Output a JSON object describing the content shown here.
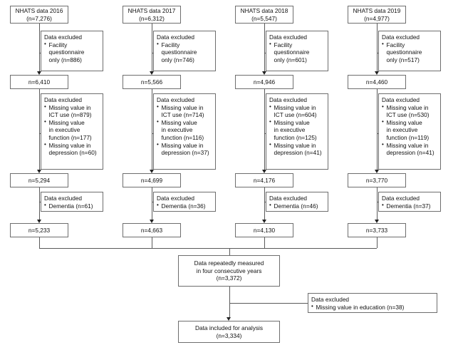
{
  "figure": {
    "type": "flowchart",
    "title": "NHATS participant selection flow diagram",
    "line_color": "#5a5a5a",
    "box_border_color": "#6e6e6e",
    "background": "#ffffff"
  },
  "columns": [
    {
      "id": "col-2016",
      "source": {
        "line1": "NHATS data 2016",
        "line2": "(n=7,276)"
      },
      "exclusion1": {
        "header": "Data excluded",
        "items": [
          [
            "Facility",
            "questionnaire",
            "only (n=886)"
          ]
        ]
      },
      "count1": "n=6,410",
      "exclusion2": {
        "header": "Data excluded",
        "items": [
          [
            "Missing value in",
            "ICT use (n=879)"
          ],
          [
            "Missing value",
            "in executive",
            "function (n=177)"
          ],
          [
            "Missing value in",
            "depression (n=60)"
          ]
        ]
      },
      "count2": "n=5,294",
      "exclusion3": {
        "header": "Data excluded",
        "items": [
          [
            "Dementia (n=61)"
          ]
        ]
      },
      "count3": "n=5,233"
    },
    {
      "id": "col-2017",
      "source": {
        "line1": "NHATS data 2017",
        "line2": "(n=6,312)"
      },
      "exclusion1": {
        "header": "Data excluded",
        "items": [
          [
            "Facility",
            "questionnaire",
            "only (n=746)"
          ]
        ]
      },
      "count1": "n=5,566",
      "exclusion2": {
        "header": "Data excluded",
        "items": [
          [
            "Missing value in",
            "ICT use (n=714)"
          ],
          [
            "Missing value",
            "in executive",
            "function (n=116)"
          ],
          [
            "Missing value in",
            "depression (n=37)"
          ]
        ]
      },
      "count2": "n=4,699",
      "exclusion3": {
        "header": "Data excluded",
        "items": [
          [
            "Dementia (n=36)"
          ]
        ]
      },
      "count3": "n=4,663"
    },
    {
      "id": "col-2018",
      "source": {
        "line1": "NHATS data 2018",
        "line2": "(n=5,547)"
      },
      "exclusion1": {
        "header": "Data excluded",
        "items": [
          [
            "Facility",
            "questionnaire",
            "only (n=601)"
          ]
        ]
      },
      "count1": "n=4,946",
      "exclusion2": {
        "header": "Data excluded",
        "items": [
          [
            "Missing value in",
            "ICT use (n=604)"
          ],
          [
            "Missing value",
            "in executive",
            "function (n=125)"
          ],
          [
            "Missing value in",
            "depression (n=41)"
          ]
        ]
      },
      "count2": "n=4,176",
      "exclusion3": {
        "header": "Data excluded",
        "items": [
          [
            "Dementia (n=46)"
          ]
        ]
      },
      "count3": "n=4,130"
    },
    {
      "id": "col-2019",
      "source": {
        "line1": "NHATS data 2019",
        "line2": "(n=4,977)"
      },
      "exclusion1": {
        "header": "Data excluded",
        "items": [
          [
            "Facility",
            "questionnaire",
            "only (n=517)"
          ]
        ]
      },
      "count1": "n=4,460",
      "exclusion2": {
        "header": "Data excluded",
        "items": [
          [
            "Missing value in",
            "ICT use (n=530)"
          ],
          [
            "Missing value",
            "in executive",
            "function (n=119)"
          ],
          [
            "Missing value in",
            "depression (n=41)"
          ]
        ]
      },
      "count2": "n=3,770",
      "exclusion3": {
        "header": "Data excluded",
        "items": [
          [
            "Dementia (n=37)"
          ]
        ]
      },
      "count3": "n=3,733"
    }
  ],
  "merged": {
    "line1": "Data repeatedly measured",
    "line2": "in four consecutive years",
    "line3": "(n=3,372)"
  },
  "final_exclusion": {
    "header": "Data excluded",
    "items": [
      [
        "Missing value in education (n=38)"
      ]
    ]
  },
  "final": {
    "line1": "Data included for analysis",
    "line2": "(n=3,334)"
  }
}
